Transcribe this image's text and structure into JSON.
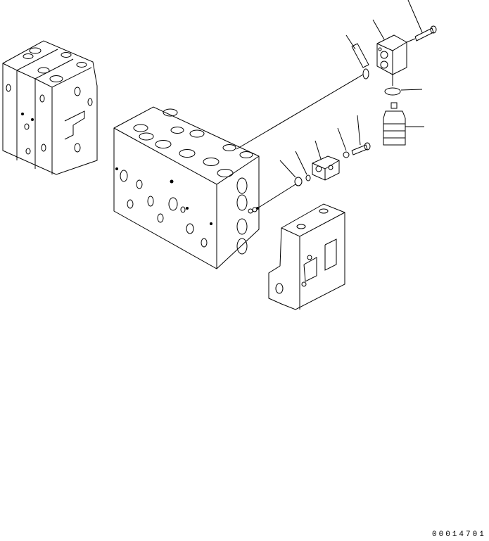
{
  "diagram": {
    "type": "exploded-parts-illustration",
    "drawing_number": "00014701",
    "colors": {
      "line": "#000000",
      "background": "#ffffff"
    },
    "components": [
      {
        "name": "control-valve-assembly-reference",
        "position": "top-left"
      },
      {
        "name": "valve-body-block",
        "position": "center"
      },
      {
        "name": "end-cover-block",
        "position": "lower-center-right"
      },
      {
        "name": "relief-valve-cartridge",
        "position": "right"
      },
      {
        "name": "o-ring-large",
        "position": "right"
      },
      {
        "name": "adapter-block-top",
        "position": "top-right"
      },
      {
        "name": "bolt-top",
        "position": "top-right"
      },
      {
        "name": "plug-top",
        "position": "top-center-right"
      },
      {
        "name": "adapter-block-small",
        "position": "center-right"
      },
      {
        "name": "bolt-small",
        "position": "center-right"
      },
      {
        "name": "washer-small",
        "position": "center-right"
      },
      {
        "name": "o-ring-small",
        "position": "center-right"
      },
      {
        "name": "plug-small",
        "position": "center-right"
      }
    ],
    "leader_lines": 10
  }
}
